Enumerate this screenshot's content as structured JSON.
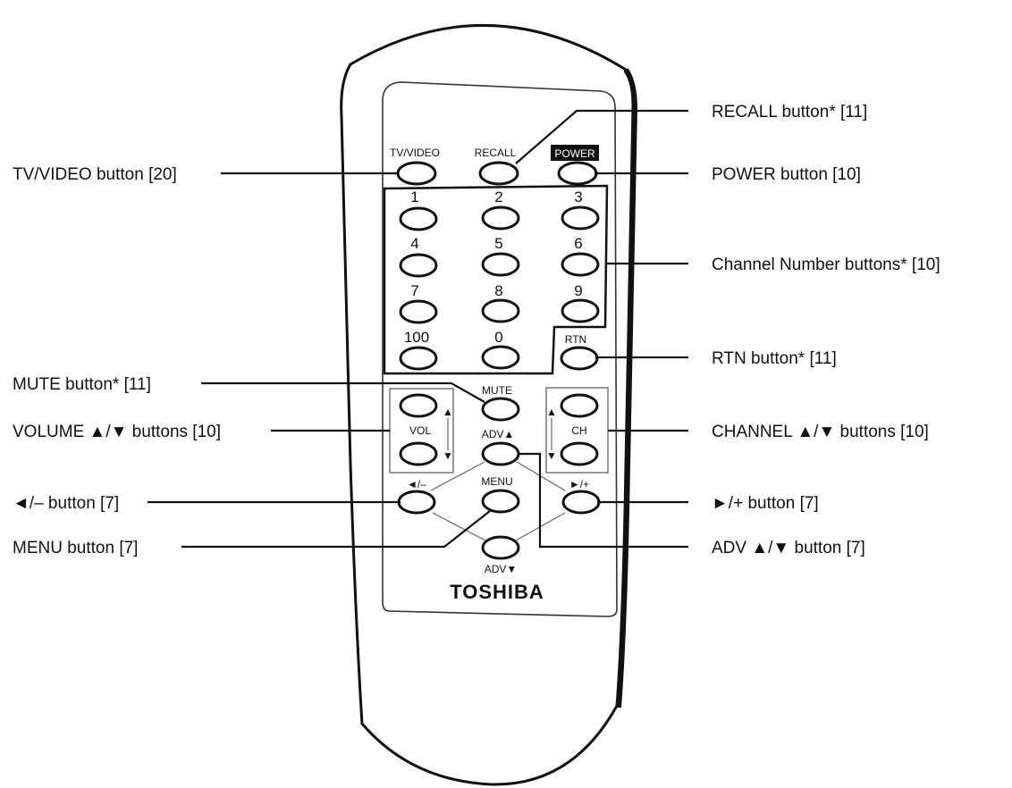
{
  "brand": "TOSHIBA",
  "buttons": {
    "tv_video": "TV/VIDEO",
    "recall": "RECALL",
    "power": "POWER",
    "rtn": "RTN",
    "mute": "MUTE",
    "vol": "VOL",
    "ch": "CH",
    "adv_up": "ADV▲",
    "adv_down": "ADV▼",
    "menu": "MENU",
    "minus": "◄/–",
    "plus": "►/+",
    "digits": [
      "1",
      "2",
      "3",
      "4",
      "5",
      "6",
      "7",
      "8",
      "9",
      "100",
      "0"
    ],
    "vol_up_arrow": "▲",
    "vol_down_arrow": "▼",
    "ch_up_arrow": "▲",
    "ch_down_arrow": "▼"
  },
  "callouts": {
    "recall": "RECALL button* [11]",
    "tv_video": "TV/VIDEO button [20]",
    "power": "POWER button [10]",
    "channel_number": "Channel Number buttons* [10]",
    "rtn": "RTN button* [11]",
    "mute": "MUTE button* [11]",
    "volume": "VOLUME ▲/▼ buttons [10]",
    "channel": "CHANNEL ▲/▼ buttons [10]",
    "minus": "◄/– button [7]",
    "plus": "►/+ button [7]",
    "menu": "MENU button [7]",
    "adv": "ADV ▲/▼ button [7]"
  },
  "colors": {
    "outline": "#111111",
    "power_label_bg": "#111111",
    "power_label_text": "#ffffff",
    "background": "#ffffff"
  }
}
